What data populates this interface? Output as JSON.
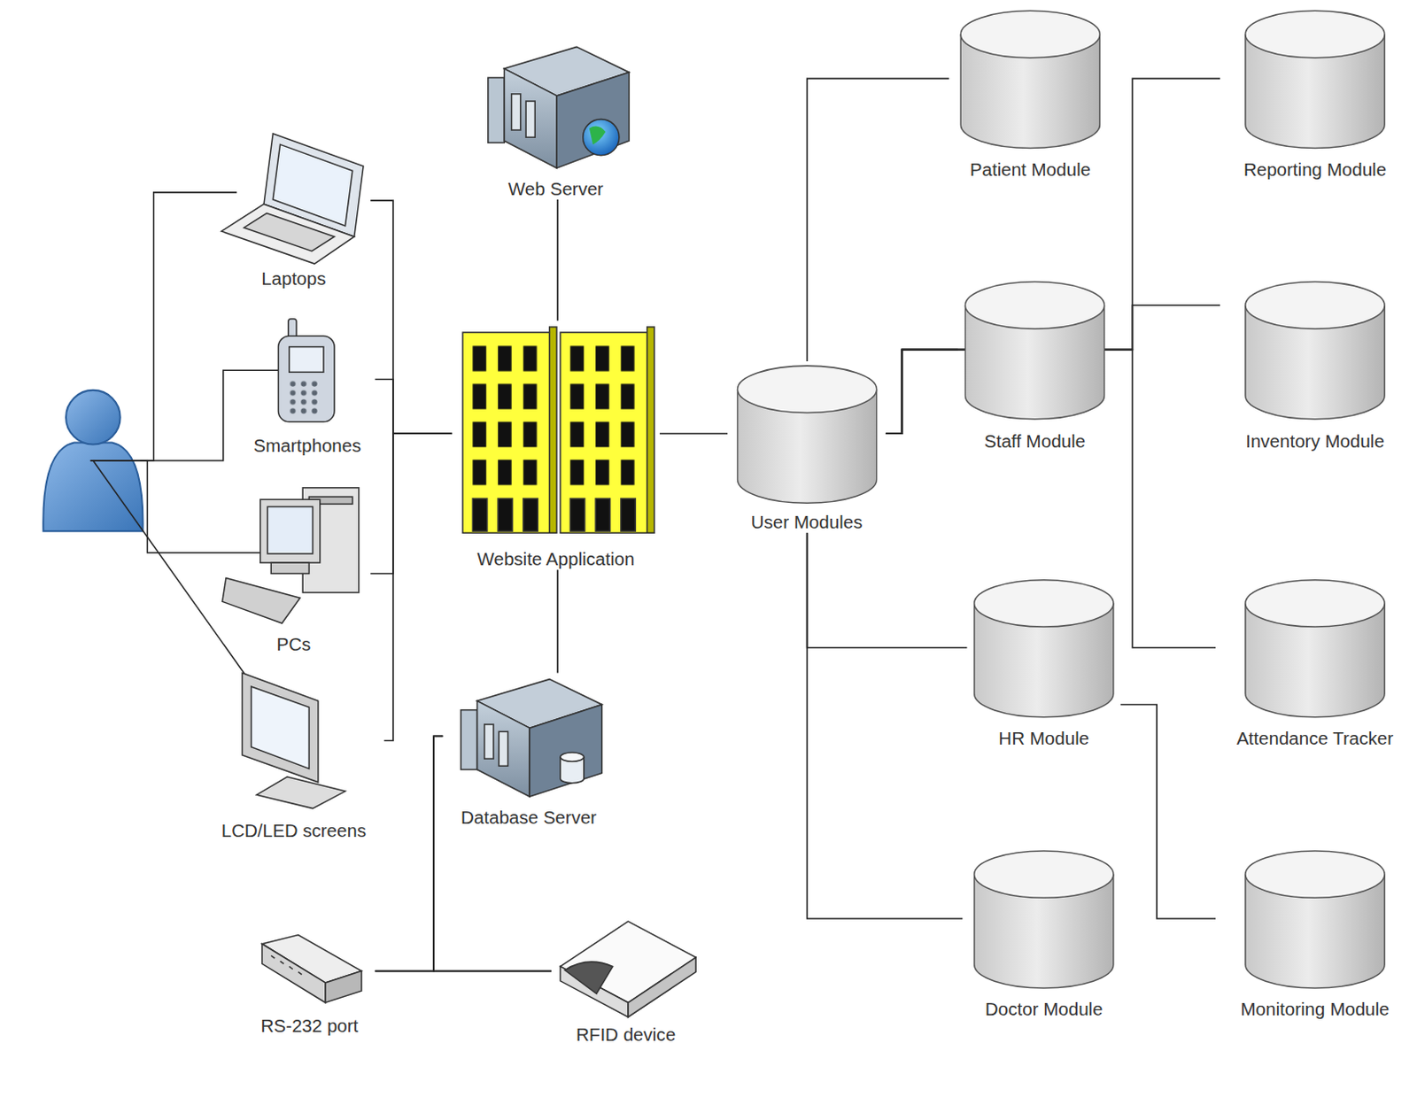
{
  "diagram": {
    "nodes": [
      {
        "text": [
          "Laptops"
        ]
      },
      {
        "text": [
          "Smartphones"
        ]
      },
      {
        "text": [
          "PCs"
        ]
      },
      {
        "text": [
          "LCD/LED screens"
        ]
      },
      {
        "text": [
          "Web Server"
        ]
      },
      {
        "text": [
          "Website Application"
        ]
      },
      {
        "text": [
          "Database Server"
        ]
      },
      {
        "text": [
          "RS-232 port"
        ]
      },
      {
        "text": [
          "RFID device"
        ]
      },
      {
        "text": [
          "User Modules"
        ]
      },
      {
        "text": [
          "Patient Module"
        ]
      },
      {
        "text": [
          "Reporting Module"
        ]
      },
      {
        "text": [
          "Staff Module"
        ]
      },
      {
        "text": [
          "Inventory Module"
        ]
      },
      {
        "text": [
          "HR Module"
        ]
      },
      {
        "text": [
          "Attendance Tracker"
        ]
      },
      {
        "text": [
          "Doctor Module"
        ]
      },
      {
        "text": [
          "Monitoring Module"
        ]
      }
    ],
    "edges": [
      {
        "from": 0,
        "to": 5,
        "arrow": "none"
      },
      {
        "from": 1,
        "to": 5,
        "arrow": "none"
      },
      {
        "from": 2,
        "to": 5,
        "arrow": "none"
      },
      {
        "from": 3,
        "to": 5,
        "arrow": "none"
      },
      {
        "from": 4,
        "to": 5,
        "arrow": "none"
      },
      {
        "from": 5,
        "to": 6,
        "arrow": "none"
      },
      {
        "from": 6,
        "to": 7,
        "arrow": "none"
      },
      {
        "from": 6,
        "to": 8,
        "arrow": "none"
      },
      {
        "from": 7,
        "to": 8,
        "arrow": "none"
      },
      {
        "from": 5,
        "to": 9,
        "arrow": "none"
      },
      {
        "from": 9,
        "to": 10,
        "arrow": "none"
      },
      {
        "from": 9,
        "to": 14,
        "arrow": "none"
      },
      {
        "from": 9,
        "to": 16,
        "arrow": "none"
      },
      {
        "from": 9,
        "to": 12,
        "arrow": "none"
      },
      {
        "from": 9,
        "to": 11,
        "arrow": "none"
      },
      {
        "from": 9,
        "to": 13,
        "arrow": "none"
      },
      {
        "from": 9,
        "to": 15,
        "arrow": "none"
      },
      {
        "from": 14,
        "to": 17,
        "arrow": "none"
      }
    ]
  }
}
